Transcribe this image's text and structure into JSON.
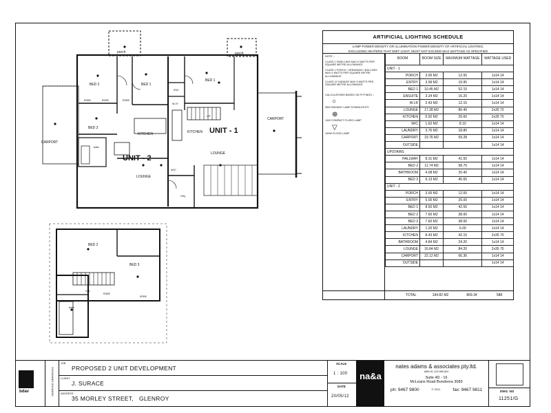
{
  "plan": {
    "labels": {
      "porch": "porch",
      "bed1": "BED 1",
      "bed2": "BED 2",
      "bed3": "BED 3",
      "robe": "ROBE",
      "kitchen": "KITCHEN",
      "unit1": "UNIT - 1",
      "unit2": "UNIT - 2",
      "lounge": "LOUNGE",
      "carport": "CARPORT",
      "bath": "bath",
      "wir": "W.I.R",
      "ens": "ENS",
      "ldry": "l'dry",
      "wc": "W/C",
      "up": "UP",
      "sa": "S-A"
    }
  },
  "schedule": {
    "title": "ARTIFICIAL LIGHTING SCHEDULE",
    "subtitle_1": "LAMP POWER DENSITY OR ILLUMINATION POWER DENSITY OF ARTIFICIAL LIGHTING,",
    "subtitle_2": "EXCLUDING HEATERS THAT EMIT LIGHT, MUST NOT EXCEED MAX WATTAGE AS SPECIFIED",
    "notes": {
      "note": "NOTE :-",
      "class1": "CLASS 1 DWELLING MAX 5 WATTS PER SQUARE METRE ALLOWANCE",
      "class1b": "CLASS 1 PORCH / VERANDAH / BALCONY MAX 4 WATTS PER SQUARE METRE ALLOWANCE",
      "class10": "CLASS 10 GARAGE MAX 3 WATTS PER SQUARE METRE ALLOWANCE",
      "calc": "CALCULATIONS BASED ON FITTINGS :-",
      "downlight": "35W RADIANT LAMP DOWNLIGHTS",
      "cfl": "14W COMPACT FLURO LAMP",
      "flood": "100W FLOOD LAMP"
    },
    "headers": {
      "room": "ROOM",
      "size": "ROOM SIZE",
      "max": "MAXIMUM WATTAGE",
      "used": "WATTAGE USED"
    },
    "rows": [
      {
        "section": "UNIT - 1"
      },
      {
        "room": "PORCH",
        "size": "3.00 M2",
        "max": "12.00",
        "used": "1x14   14"
      },
      {
        "room": "ENTRY",
        "size": "3.99 M2",
        "max": "19.95",
        "used": "1x14   14"
      },
      {
        "room": "BED 1",
        "size": "10.45 M2",
        "max": "52.15",
        "used": "1x14   14"
      },
      {
        "room": "ENSUITE",
        "size": "3.24 M2",
        "max": "16.20",
        "used": "1x14   14"
      },
      {
        "room": "W.I.R",
        "size": "2.43 M2",
        "max": "12.15",
        "used": "1x14   14"
      },
      {
        "room": "LOUNGE",
        "size": "17.28 M2",
        "max": "86.40",
        "used": "2x35   70"
      },
      {
        "room": "KITCHEN",
        "size": "5.92 M2",
        "max": "29.60",
        "used": "2x35   70"
      },
      {
        "room": "W/C",
        "size": "1.62 M2",
        "max": "8.10",
        "used": "1x14   14"
      },
      {
        "room": "LAUNDRY",
        "size": "3.76 M2",
        "max": "18.80",
        "used": "1x14   14"
      },
      {
        "room": "CARPORT",
        "size": "19.76 M2",
        "max": "59.28",
        "used": "1x14   14"
      },
      {
        "room": "OUTSIDE",
        "size": "",
        "max": "",
        "used": "1x14   14"
      },
      {
        "section": "UPSTAIRS"
      },
      {
        "room": "HALLWAY",
        "size": "8.31 M2",
        "max": "41.55",
        "used": "1x14   14"
      },
      {
        "room": "BED 2",
        "size": "11.74 M2",
        "max": "58.70",
        "used": "1x14   14"
      },
      {
        "room": "BATHROOM",
        "size": "4.08 M2",
        "max": "20.40",
        "used": "1x14   14"
      },
      {
        "room": "BED 3",
        "size": "9.13 M2",
        "max": "45.65",
        "used": "1x14   14"
      },
      {
        "section": "UNIT - 2"
      },
      {
        "room": "PORCH",
        "size": "3.00 M2",
        "max": "12.00",
        "used": "1x14   14"
      },
      {
        "room": "ENTRY",
        "size": "5.00 M2",
        "max": "25.00",
        "used": "1x14   14"
      },
      {
        "room": "BED 1",
        "size": "8.50 M2",
        "max": "42.50",
        "used": "1x14   14"
      },
      {
        "room": "BED 2",
        "size": "7.60 M2",
        "max": "38.00",
        "used": "1x14   14"
      },
      {
        "room": "BED 3",
        "size": "7.60 M2",
        "max": "38.00",
        "used": "1x14   14"
      },
      {
        "room": "LAUNDRY",
        "size": "1.20 M2",
        "max": "6.00",
        "used": "1x14   14"
      },
      {
        "room": "KITCHEN",
        "size": "8.43 M2",
        "max": "42.15",
        "used": "2x35   70"
      },
      {
        "room": "BATHROOM",
        "size": "4.84 M2",
        "max": "24.20",
        "used": "1x14   14"
      },
      {
        "room": "LOUNGE",
        "size": "16.84 M2",
        "max": "84.20",
        "used": "2x35   70"
      },
      {
        "room": "CARPORT",
        "size": "22.12 M2",
        "max": "66.36",
        "used": "1x14   14"
      },
      {
        "room": "OUTSIDE",
        "size": "",
        "max": "",
        "used": "1x14   14"
      }
    ],
    "total": {
      "label": "TOTAL",
      "size": "184.82 M2",
      "max": "869.34",
      "used": "588"
    }
  },
  "titleblock": {
    "vert_label": "WORKING DRAWINGS",
    "job_label": "JOB",
    "job": "PROPOSED 2 UNIT DEVELOPMENT",
    "client_label": "CLIENT",
    "client": "J. SURACE",
    "address_label": "ADDRESS",
    "address": "35 MORLEY STREET,   GLENROY",
    "scale_label": "SCALE",
    "scale": "1 : 100",
    "date_label": "DATE",
    "date": "20/05/12",
    "logo": "na&a",
    "firm": "nates adams & associates pty.ltd.",
    "abn": "ABN 61 123 985 824",
    "suite": "Suite 4D - 16",
    "street": "McLeans Road Bundoora 3083",
    "phone": "ph: 9467 9800",
    "fax": "fax: 9467 9811",
    "copyright": "© 2011",
    "dwg_label": "DWG. NO",
    "dwg": "11251/G",
    "bdav": "bdav"
  }
}
